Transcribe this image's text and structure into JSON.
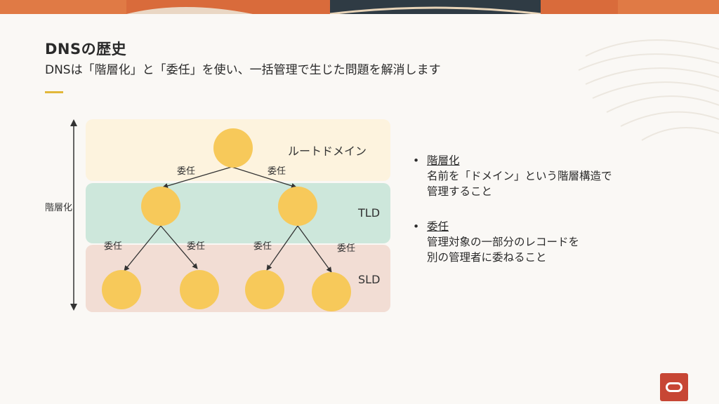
{
  "slide": {
    "title": "DNSの歴史",
    "subtitle": "DNSは「階層化」と「委任」を使い、一括管理で生じた問題を解消します"
  },
  "diagram": {
    "axis_label": "階層化",
    "layers": [
      {
        "label": "ルートドメイン",
        "color": "#fdf3de"
      },
      {
        "label": "TLD",
        "color": "#cde7db"
      },
      {
        "label": "SLD",
        "color": "#f2ddd4"
      }
    ],
    "edge_label": "委任",
    "node_color": "#f7c95a"
  },
  "bullets": [
    {
      "marker": "•",
      "heading": "階層化",
      "desc": "名前を「ドメイン」という階層構造で\n管理すること"
    },
    {
      "marker": "•",
      "heading": "委任",
      "desc": "管理対象の一部分のレコードを\n別の管理者に委ねること"
    }
  ],
  "colors": {
    "accent": "#e2b73a",
    "brand": "#c74634"
  }
}
